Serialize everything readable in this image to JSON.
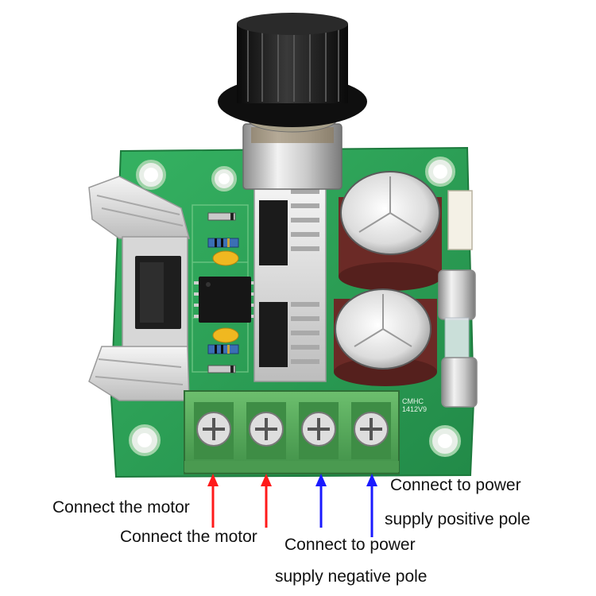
{
  "labels": {
    "motor_1": "Connect the motor",
    "motor_2": "Connect the motor",
    "neg_line1": "Connect to power",
    "neg_line2": "supply negative pole",
    "pos_line1": "Connect to power",
    "pos_line2": "supply positive pole"
  },
  "pcb": {
    "code_line1": "CMHC",
    "code_line2": "1412V9"
  },
  "colors": {
    "board": "#2fa55a",
    "terminal": "#58ad5e",
    "arrow_motor": "#ff1a1a",
    "arrow_power": "#1a1aff",
    "capacitor": "#6b2a26",
    "knob": "#1a1a1a"
  }
}
